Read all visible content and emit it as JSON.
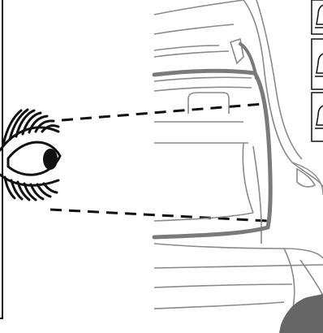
{
  "illustration": {
    "colors": {
      "ink": "#111111",
      "car_line": "#8a8a8a",
      "seal": "#7a7a7a",
      "panel_fill": "#ffffff",
      "shadow": "#666666"
    },
    "icons": [
      "eye-with-lashes",
      "sight-lines",
      "car-rear-tailgate-open",
      "boot-seal-strip",
      "latch-panel-stack"
    ]
  }
}
